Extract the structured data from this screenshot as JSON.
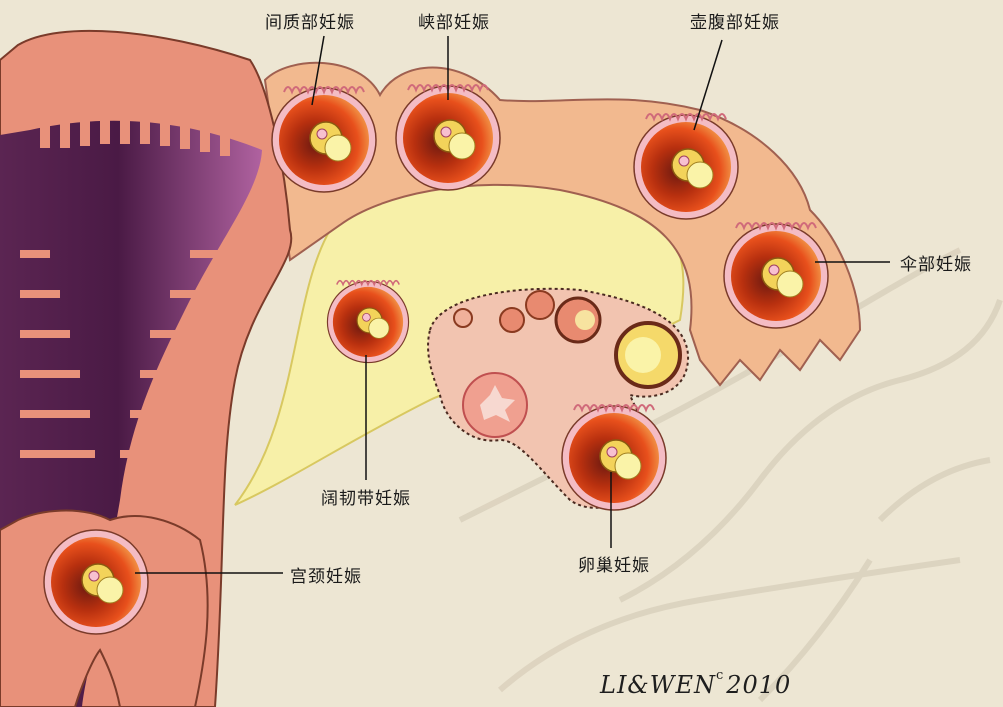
{
  "labels": {
    "interstitial": "间质部妊娠",
    "isthmic": "峡部妊娠",
    "ampullary": "壶腹部妊娠",
    "fimbrial": "伞部妊娠",
    "broad_ligament": "阔韧带妊娠",
    "cervical": "宫颈妊娠",
    "ovarian": "卵巢妊娠"
  },
  "signature": {
    "name": "LI&WEN",
    "copyright": "c",
    "year": "2010"
  },
  "colors": {
    "background": "#ede6d3",
    "uterus_wall": "#e8917a",
    "uterine_cavity": "#7d3a6e",
    "tube": "#f2b98f",
    "broad_ligament": "#f7f0a8",
    "ovary": "#f2c4b0",
    "gestational_sac": "#d8451e",
    "yolk_sac": "#f5e27a"
  }
}
